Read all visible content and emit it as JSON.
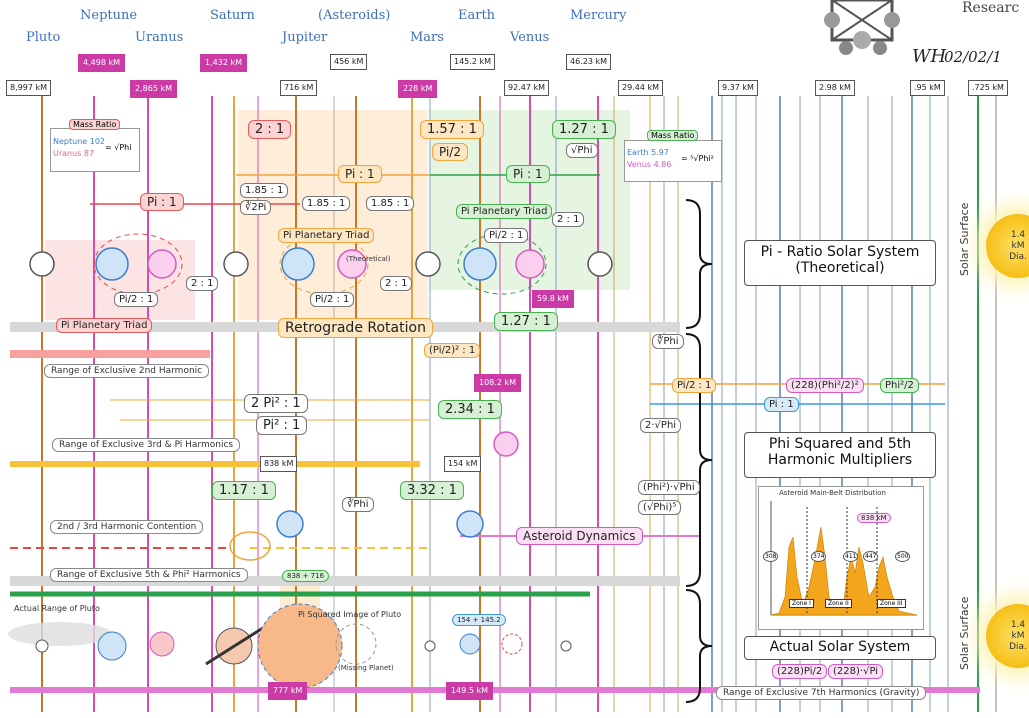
{
  "header": {
    "logo_text": "Researc",
    "signature": "WH",
    "date": "02/02/1"
  },
  "planets": [
    {
      "key": "pluto",
      "name": "Pluto"
    },
    {
      "key": "neptune",
      "name": "Neptune"
    },
    {
      "key": "uranus",
      "name": "Uranus"
    },
    {
      "key": "saturn",
      "name": "Saturn"
    },
    {
      "key": "jupiter",
      "name": "Jupiter"
    },
    {
      "key": "asteroids",
      "name": "(Asteroids)"
    },
    {
      "key": "mars",
      "name": "Mars"
    },
    {
      "key": "earth",
      "name": "Earth"
    },
    {
      "key": "venus",
      "name": "Venus"
    },
    {
      "key": "mercury",
      "name": "Mercury"
    }
  ],
  "distances": [
    "8,997 kM",
    "4,498 kM",
    "2,865 kM",
    "1,432 kM",
    "716 kM",
    "456 kM",
    "228 kM",
    "145.2 kM",
    "92.47 kM",
    "46.23 kM",
    "29.44 kM",
    "9.37 kM",
    "2.98 kM",
    ".95 kM",
    ".725 kM"
  ],
  "ratios": {
    "two_one_top": "2 : 1",
    "one57": "1.57 : 1",
    "pi2": "Pi/2",
    "one27_top": "1.27 : 1",
    "sqrt_phi": "√Phi",
    "pi_one_left": "Pi : 1",
    "pi_one_mid": "Pi : 1",
    "pi_one_right": "Pi : 1",
    "one85_a": "1.85 : 1",
    "cbrt_2pi": "∛2Pi",
    "one85_b": "1.85 : 1",
    "one85_c": "1.85 : 1",
    "two_one_c": "2 : 1",
    "pi2_one_a": "Pi/2 : 1",
    "pi2_one_b": "Pi/2 : 1",
    "pi2_one_c": "Pi/2 : 1",
    "two_one_a": "2 : 1",
    "two_one_b": "2 : 1",
    "one27_mid": "1.27 : 1",
    "pi2sq": "(Pi/2)² : 1",
    "two_pi2": "2 Pi² : 1",
    "pi2_ratio": "Pi² : 1",
    "two34": "2.34 : 1",
    "two_root_phi": "2·√Phi",
    "one17": "1.17 : 1",
    "three32": "3.32 : 1",
    "root_phi_c": "∛Phi",
    "phi2_root": "(Phi²)·√Phi",
    "phi2_inv": "(√Phi)⁵",
    "pi2_one_far": "Pi/2 : 1",
    "phi_228": "(228)(Phi²/2)²",
    "phi2_over2": "Phi²/2",
    "pi_one_blue": "Pi : 1",
    "root_phi_d": "∜Phi"
  },
  "mass_ratio": {
    "title": "Mass Ratio",
    "neptune": "Neptune 102",
    "uranus": "Uranus   87",
    "formula": "= √Phi",
    "earth": "Earth   5.97",
    "venus": "Venus 4.86",
    "formula2": "= ⁵√Phi²"
  },
  "labels": {
    "pi_triad_left": "Pi Planetary Triad",
    "pi_triad_mid": "Pi Planetary Triad",
    "pi_triad_right": "Pi Planetary Triad",
    "theoretical": "(Theoretical)",
    "retrograde": "Retrograde Rotation",
    "asteroid": "Asteroid Dynamics",
    "pi_ratio_title": "Pi - Ratio Solar System",
    "pi_ratio_sub": "(Theoretical)",
    "phi_title": "Phi Squared and 5th",
    "phi_sub": "Harmonic Multipliers",
    "actual": "Actual Solar System",
    "solar_surface_top": "Solar Surface",
    "solar_surface_bot": "Solar Surface",
    "sun_top": "1.4 kM Dia.",
    "sun_bot": "1.4 kM Dia.",
    "range_2nd": "Range of Exclusive 2nd Harmonic",
    "range_3rd": "Range of Exclusive 3rd & Pi Harmonics",
    "contention": "2nd / 3rd Harmonic Contention",
    "range_5th": "Range of Exclusive 5th & Phi² Harmonics",
    "range_7th": "Range of Exclusive 7th Harmonics (Gravity)",
    "pluto_range": "Actual Range of Pluto",
    "pi_sq_image": "Pi Squared Image of Pluto",
    "missing": "(Missing Planet)",
    "d838": "838 kM",
    "d154": "154 kM",
    "d59": "59.8 kM",
    "d108": "108.2 kM",
    "d777": "777 kM",
    "d149": "149.5 kM",
    "d838_716": "838 + 716",
    "d154_145": "154 + 145.2",
    "d228_pi2": "(228)Pi/2",
    "d228_phi": "(228)·√Pi",
    "d838b": "838 kM"
  },
  "histogram": {
    "title": "Asteroid Main-Belt Distribution",
    "zones": [
      "Zone I",
      "Zone II",
      "Zone III"
    ],
    "peaks": [
      "308",
      "374",
      "411",
      "447",
      "500"
    ]
  }
}
